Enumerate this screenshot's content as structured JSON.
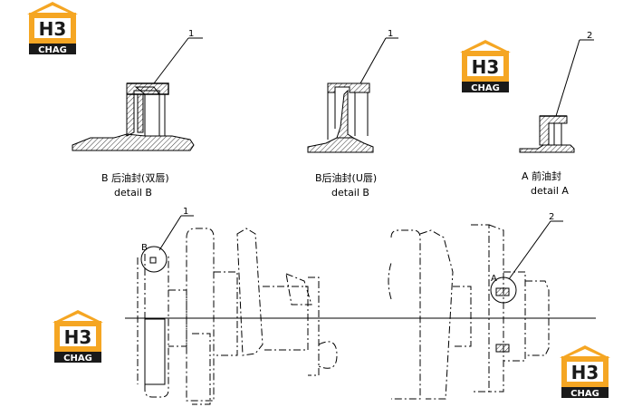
{
  "watermark": {
    "top": "H3",
    "bottom": "CHAG"
  },
  "details": {
    "b_double": {
      "callout": "1",
      "caption": "B 后油封(双唇)",
      "subcaption": "detail  B"
    },
    "b_u": {
      "callout": "1",
      "caption": "B后油封(U唇)",
      "subcaption": "detail  B"
    },
    "a_front": {
      "callout": "2",
      "caption": "A 前油封",
      "subcaption": "detail  A"
    }
  },
  "main_view": {
    "callout_rear": "1",
    "callout_front": "2",
    "marker_b": "B",
    "marker_a": "A"
  },
  "colors": {
    "logo_orange": "#F5A623",
    "logo_black": "#1a1a1a",
    "line": "#000000"
  }
}
